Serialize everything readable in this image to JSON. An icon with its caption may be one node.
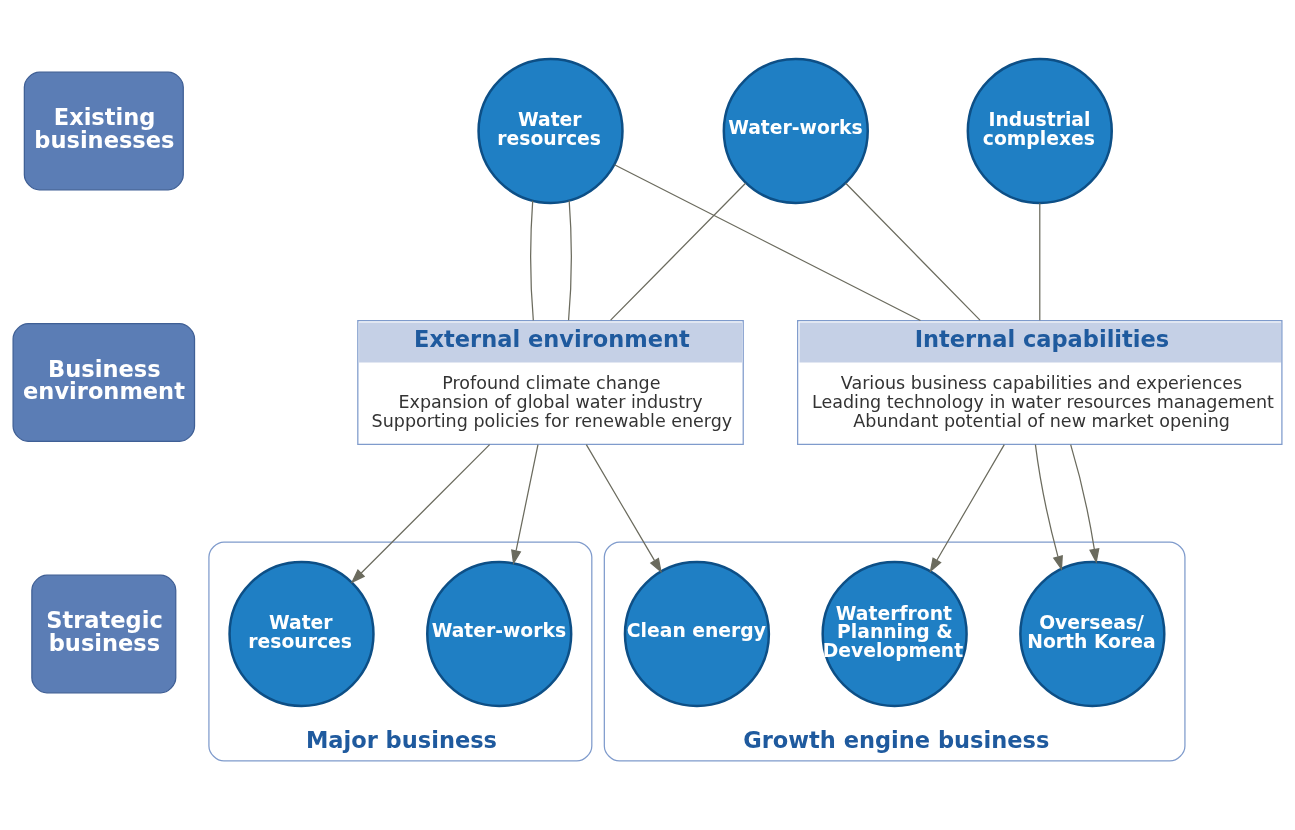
{
  "diagram": {
    "nodes": [
      {
        "text": [
          "Existing businesses"
        ]
      },
      {
        "text": [
          "Business environment"
        ]
      },
      {
        "text": [
          "Strategic business"
        ]
      },
      {
        "text": [
          "Water resources"
        ]
      },
      {
        "text": [
          "Water-works"
        ]
      },
      {
        "text": [
          "Industrial complexes"
        ]
      },
      {
        "text": [
          "External environment",
          "Profound climate change",
          "Expansion of global water industry",
          "Supporting policies for renewable energy"
        ]
      },
      {
        "text": [
          "Internal capabilities",
          "Various business capabilities and experiences",
          "Leading technology in water resources management",
          "Abundant potential of new market opening"
        ]
      },
      {
        "text": [
          "Major business"
        ]
      },
      {
        "text": [
          "Water resources"
        ],
        "in": 8
      },
      {
        "text": [
          "Water-works"
        ],
        "in": 8
      },
      {
        "text": [
          "Growth engine business"
        ]
      },
      {
        "text": [
          "Waterfront Planning & Development"
        ],
        "in": 11
      },
      {
        "text": [
          "Clean energy"
        ],
        "in": 11
      },
      {
        "text": [
          "Overseas/ North Korea"
        ],
        "in": 11
      }
    ],
    "edges": [
      {
        "from": 3,
        "to": 6,
        "arrow": "none"
      },
      {
        "from": 3,
        "to": 6,
        "arrow": "none"
      },
      {
        "from": 3,
        "to": 7,
        "arrow": "none"
      },
      {
        "from": 4,
        "to": 6,
        "arrow": "none"
      },
      {
        "from": 4,
        "to": 7,
        "arrow": "none"
      },
      {
        "from": 5,
        "to": 7,
        "arrow": "none"
      },
      {
        "from": 6,
        "to": 9,
        "arrow": "to"
      },
      {
        "from": 6,
        "to": 10,
        "arrow": "to"
      },
      {
        "from": 6,
        "to": 13,
        "arrow": "to"
      },
      {
        "from": 7,
        "to": 12,
        "arrow": "to"
      },
      {
        "from": 7,
        "to": 14,
        "arrow": "to"
      },
      {
        "from": 7,
        "to": 14,
        "arrow": "to"
      }
    ]
  }
}
